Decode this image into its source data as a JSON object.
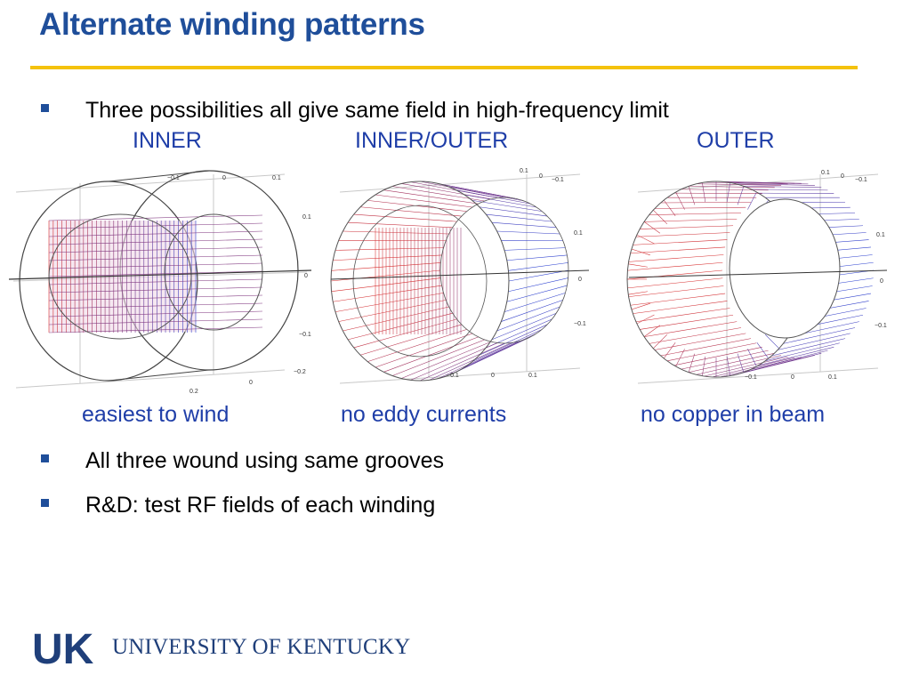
{
  "title": "Alternate winding patterns",
  "bullets": [
    "Three possibilities all give same field in high-frequency limit",
    "All three wound using same grooves",
    "R&D: test RF fields of each winding"
  ],
  "patterns": [
    {
      "name": "INNER",
      "caption": "easiest to wind"
    },
    {
      "name": "INNER/OUTER",
      "caption": "no eddy currents"
    },
    {
      "name": "OUTER",
      "caption": "no copper in beam"
    }
  ],
  "axis_ticks": {
    "neg": "−0.1",
    "zero": "0",
    "pos": "0.1",
    "pos2": "0.2",
    "neg2": "−0.2"
  },
  "colors": {
    "title": "#1f4e9a",
    "rule": "#f4c20d",
    "label": "#1f3ea8",
    "red": "#d83030",
    "blue": "#2a3fd0"
  },
  "footer": {
    "logo_mark": "UK",
    "university": "UNIVERSITY OF KENTUCKY"
  }
}
